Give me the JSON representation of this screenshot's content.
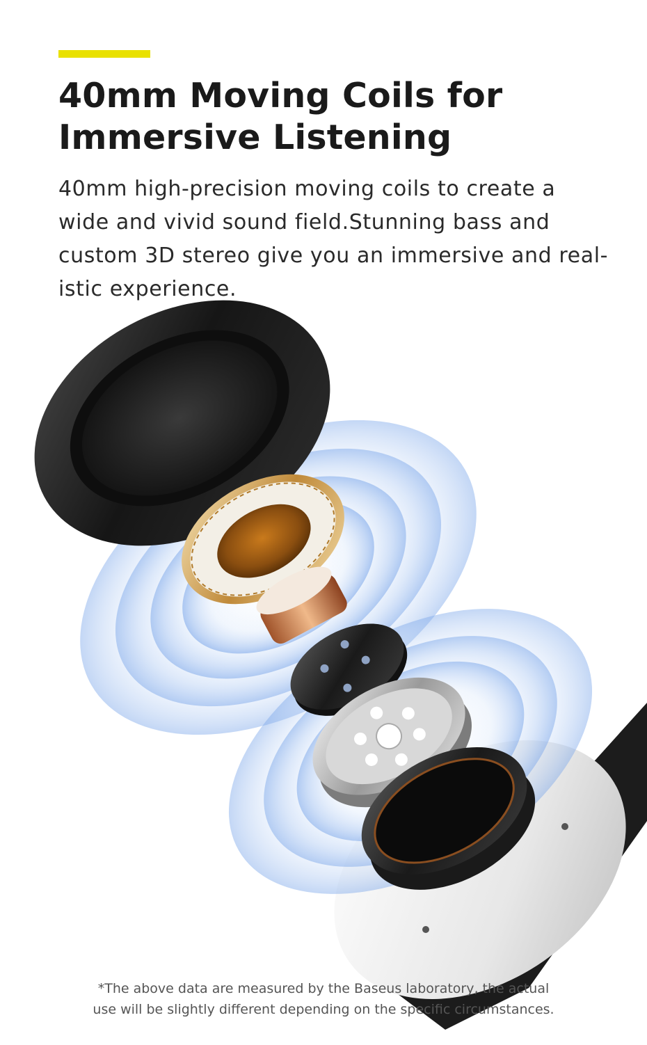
{
  "accent_color": "#e9e100",
  "headline": {
    "line1": "40mm Moving Coils for",
    "line2": "Immersive Listening"
  },
  "body": {
    "line1": "40mm high-precision moving coils to create a",
    "line2": "wide and vivid sound field.Stunning bass and",
    "line3": "custom 3D stereo give you an immersive and real-",
    "line4": "istic experience."
  },
  "illustration": {
    "subject": "exploded headphone speaker driver",
    "icons": [
      "ear-cushion-icon",
      "diaphragm-icon",
      "voice-coil-icon",
      "magnet-plate-icon",
      "driver-housing-icon",
      "sound-wave-icon"
    ]
  },
  "footnote": {
    "line1": "*The above data are measured by the Baseus laboratory, the actual",
    "line2": "use will be slightly different depending on the specific circumstances."
  }
}
